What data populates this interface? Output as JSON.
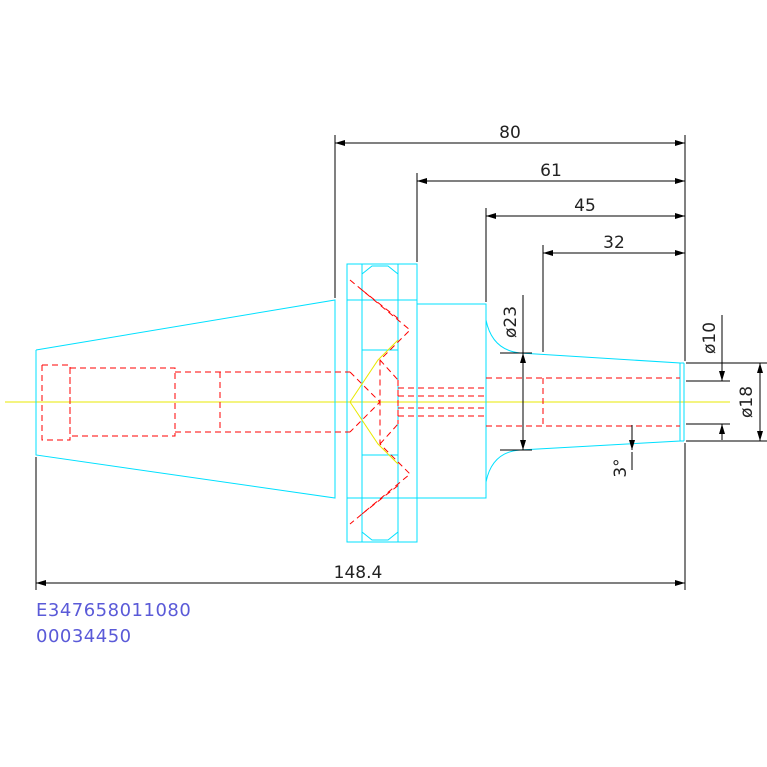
{
  "dimensions": {
    "overall_length": "148.4",
    "length_80": "80",
    "length_61": "61",
    "length_45": "45",
    "length_32": "32",
    "diameter_23": "ø23",
    "diameter_10": "ø10",
    "diameter_18": "ø18",
    "taper_angle": "3°"
  },
  "codes": {
    "part_number": "E347658011080",
    "order_number": "00034450"
  },
  "colors": {
    "outline": "#00e0ff",
    "hidden_lines": "#ff0000",
    "centerline": "#e8e800",
    "dimensions": "#000000",
    "code_text": "#5a5ad8"
  }
}
